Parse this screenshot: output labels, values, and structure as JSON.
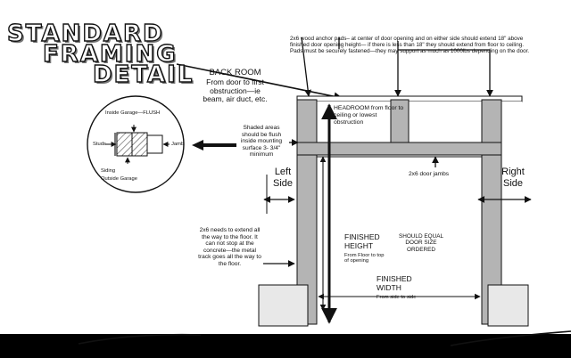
{
  "title": {
    "line1": "STANDARD",
    "line2": "FRAMING",
    "line3": "DETAIL"
  },
  "back_room": {
    "heading": "BACK ROOM",
    "text": "From door to first obstruction—ie beam, air duct, etc."
  },
  "anchor_pads_note": "2x6 wood anchor pads– at center of door opening and on either side should extend 18\" above finished door opening height— if there is less than 18\" they should extend from floor to ceiling. Pads must be securely fastened—they may support as much as 1000lbs depending on the door.",
  "headroom": "HEADROOM from floor to ceiling or lowest obstruction",
  "shaded_areas": "Shaded areas should be flush inside mounting surface 3- 3/4\" minimum",
  "inset": {
    "top_label": "Inside Garage—FLUSH",
    "studs": "Studs",
    "jamb": "Jamb",
    "siding": "Siding",
    "outside": "Outside Garage"
  },
  "left_side": "Left Side",
  "right_side": "Right Side",
  "door_jambs": "2x6 door jambs",
  "two_by_six_note": "2x6 needs to extend all the way to the floor. It can not stop at the concrete—the metal track goes all the way to the floor.",
  "finished_height": {
    "heading": "FINISHED HEIGHT",
    "sub": "From Floor to top of opening"
  },
  "should_equal": "SHOULD EQUAL DOOR SIZE ORDERED",
  "finished_width": {
    "heading": "FINISHED WIDTH",
    "sub": "From side to side"
  },
  "colors": {
    "background": "#000000",
    "panel": "#ffffff",
    "shaded": "#b4b4b4",
    "line": "#111111"
  }
}
